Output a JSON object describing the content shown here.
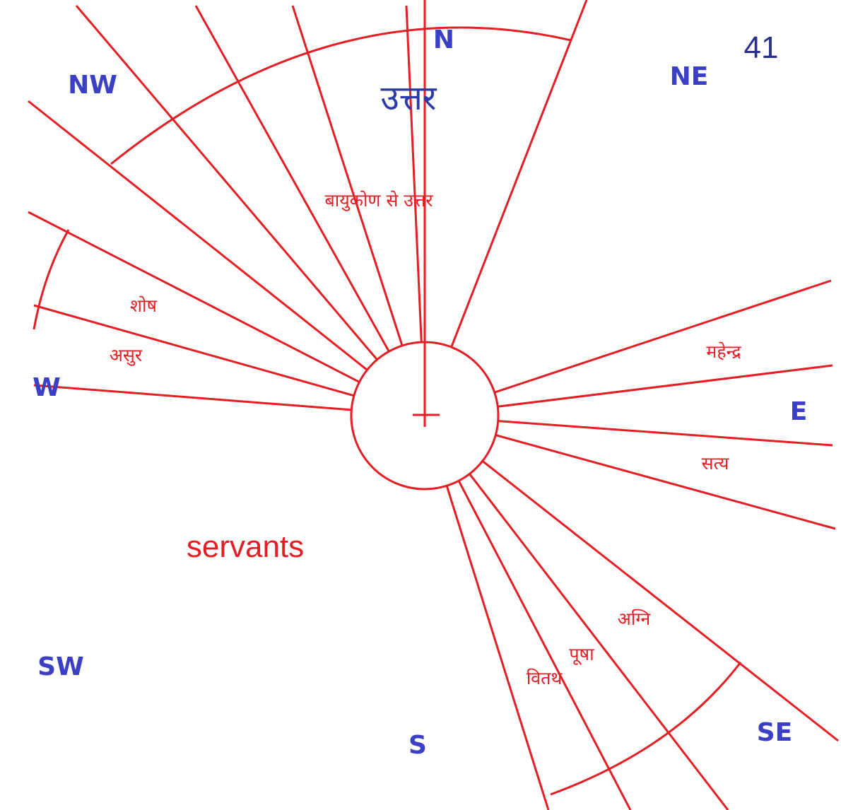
{
  "colors": {
    "line": "#e31e24",
    "label_red": "#e31e24",
    "direction_blue": "#3a3fc4",
    "north_hindi_blue": "#2a3aa8",
    "page_number": "#2b2f8a",
    "background": "#ffffff"
  },
  "page_number": "41",
  "directions": {
    "n": "N",
    "ne": "NE",
    "e": "E",
    "se": "SE",
    "s": "S",
    "sw": "SW",
    "w": "W",
    "nw": "NW"
  },
  "labels": {
    "uttar": "उत्तर",
    "vayukon_se_uttar": "बायुकोण से उत्तर",
    "shosh": "शोष",
    "asur": "असुर",
    "mahendra": "महेन्द्र",
    "satya": "सत्य",
    "agni": "अग्नि",
    "pusha": "पूषा",
    "vitath": "वितथ",
    "servants": "servants"
  }
}
